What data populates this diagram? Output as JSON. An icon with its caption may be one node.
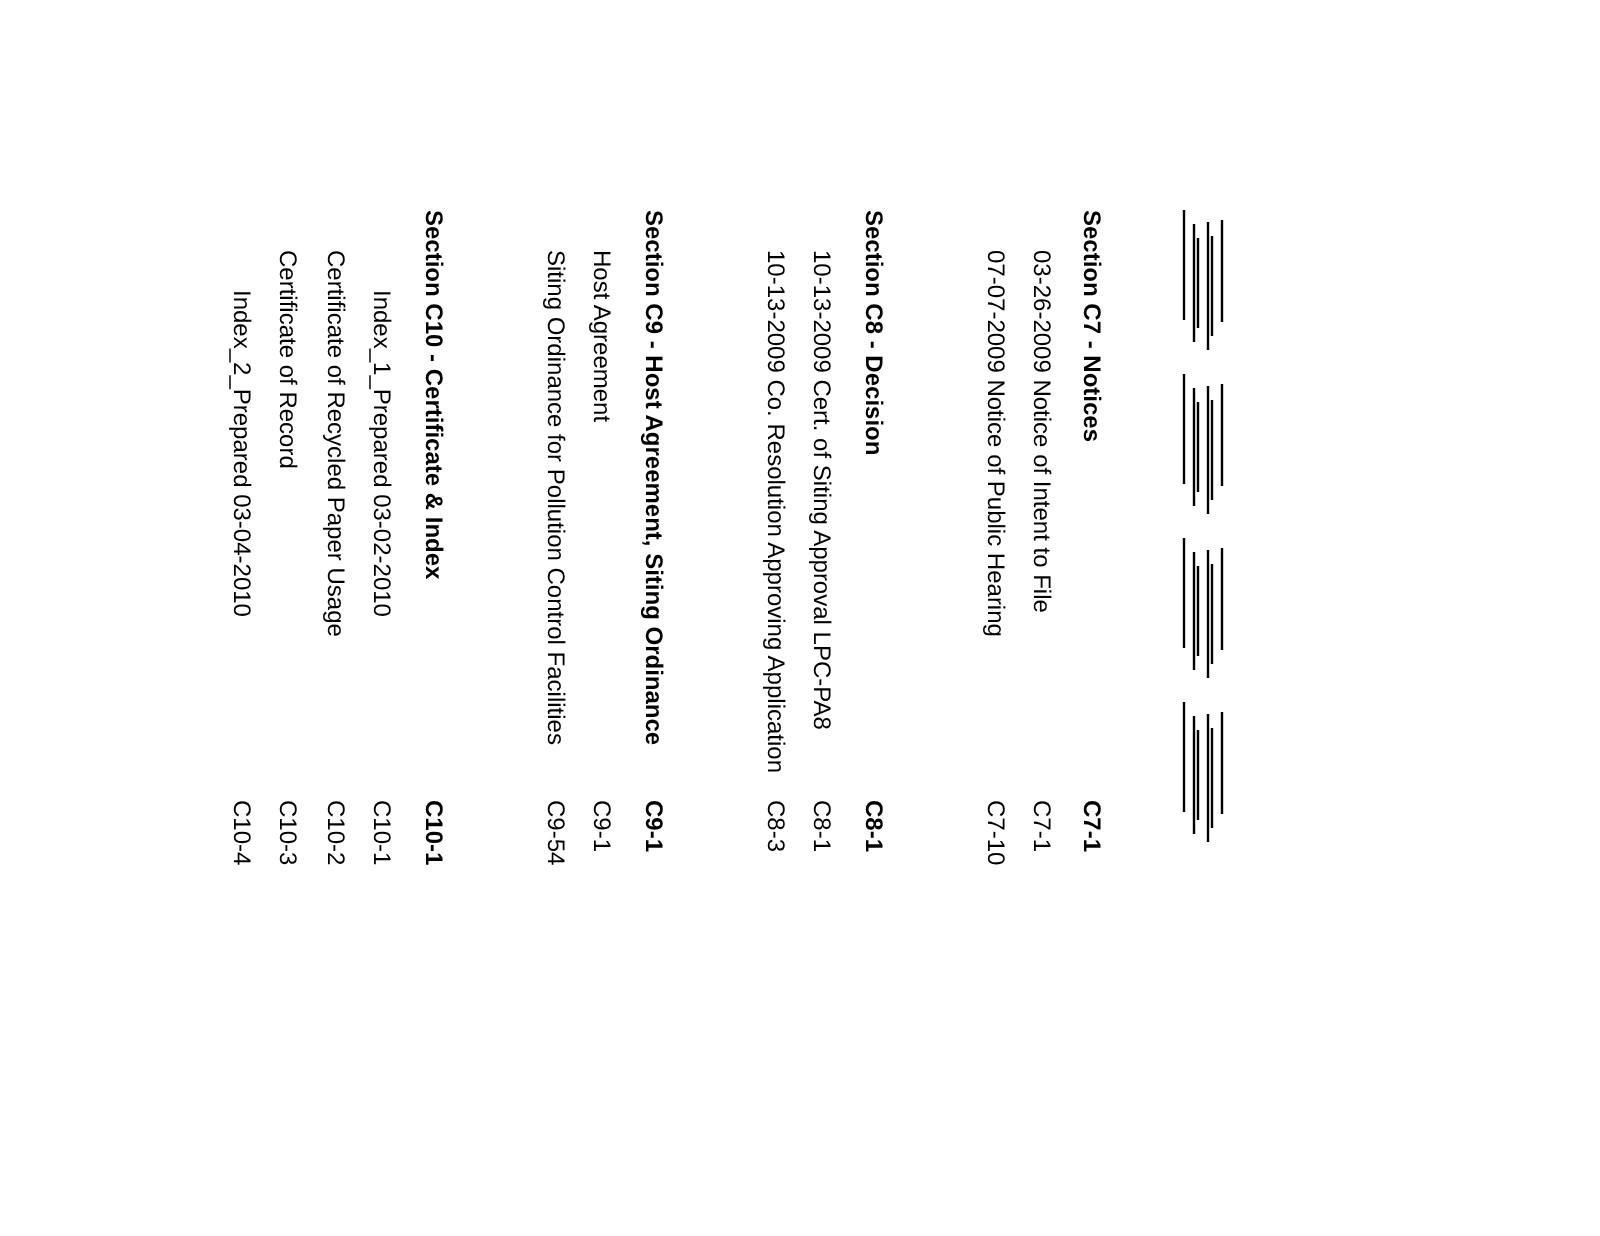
{
  "diagram": {
    "labels": [
      "Section C7 - Notices",
      "C7-1",
      "03-26-2009 Notice of Intent to File",
      "C7-1",
      "07-07-2009 Notice of Public Hearing",
      "C7-10",
      "Section C8 - Decision",
      "C8-1",
      "10-13-2009 Cert. of Siting Approval LPC-PA8",
      "C8-1",
      "10-13-2009 Co. Resolution Approving Application",
      "C8-3",
      "Section C9 - Host Agreement, Siting Ordinance",
      "C9-1",
      "Host Agreement",
      "C9-1",
      "Siting Ordinance for Pollution Control Facilities",
      "C9-54",
      "Section C10 - Certificate & Index",
      "C10-1",
      "Index_1_Prepared 03-02-2010",
      "C10-1",
      "Certificate of Recycled Paper Usage",
      "C10-2",
      "Certificate of Record",
      "C10-3",
      "Index_2_Prepared 03-04-2010",
      "C10-4"
    ]
  }
}
